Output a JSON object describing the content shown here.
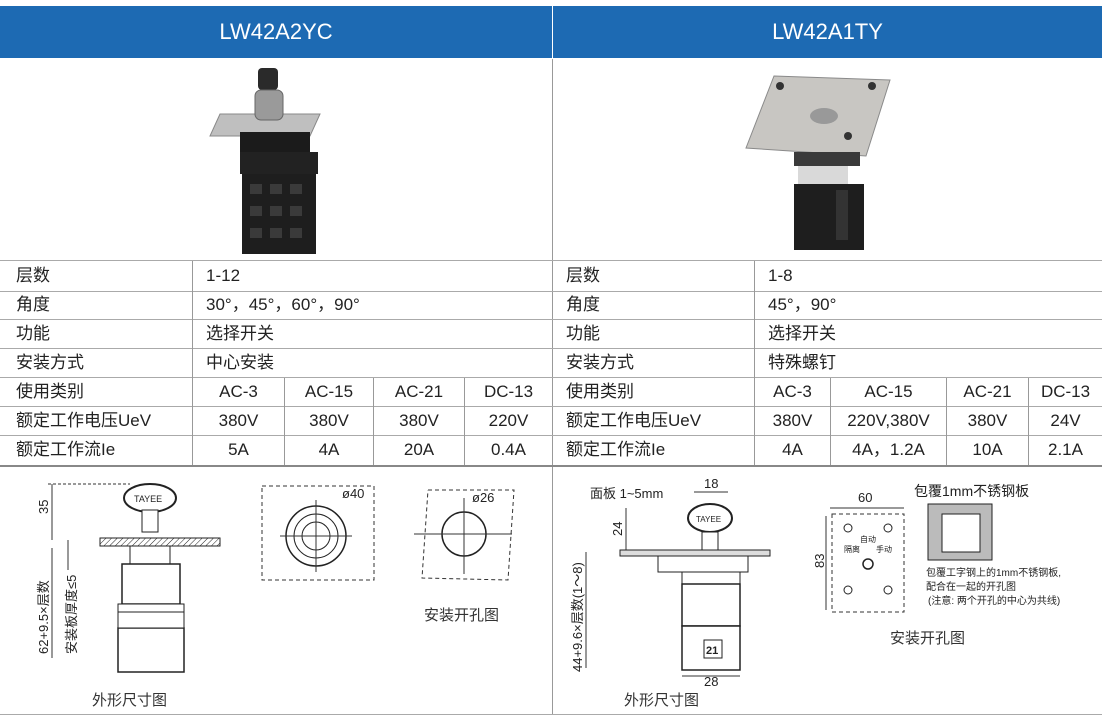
{
  "left": {
    "model": "LW42A2YC",
    "rows": [
      {
        "label": "层数",
        "value": "1-12"
      },
      {
        "label": "角度",
        "value": "30°，45°，60°，90°"
      },
      {
        "label": "功能",
        "value": "选择开关"
      },
      {
        "label": "安装方式",
        "value": "中心安装"
      }
    ],
    "category_label": "使用类别",
    "categories": [
      "AC-3",
      "AC-15",
      "AC-21",
      "DC-13"
    ],
    "voltage_label": "额定工作电压UeV",
    "voltages": [
      "380V",
      "380V",
      "380V",
      "220V"
    ],
    "current_label": "额定工作流Ie",
    "currents": [
      "5A",
      "4A",
      "20A",
      "0.4A"
    ],
    "drawing": {
      "dim_35": "35",
      "dim_height": "62+9.5×层数",
      "panel_note": "安装板厚度≤5",
      "key_brand": "TAYEE",
      "outline_caption": "外形尺寸图",
      "hole1_dim": "ø40",
      "hole2_dim": "ø26",
      "hole_caption": "安装开孔图"
    }
  },
  "right": {
    "model": "LW42A1TY",
    "rows": [
      {
        "label": "层数",
        "value": "1-8"
      },
      {
        "label": "角度",
        "value": "45°，90°"
      },
      {
        "label": "功能",
        "value": "选择开关"
      },
      {
        "label": "安装方式",
        "value": "特殊螺钉"
      }
    ],
    "category_label": "使用类别",
    "categories": [
      "AC-3",
      "AC-15",
      "AC-21",
      "DC-13"
    ],
    "voltage_label": "额定工作电压UeV",
    "voltages": [
      "380V",
      "220V,380V",
      "380V",
      "24V"
    ],
    "current_label": "额定工作流Ie",
    "currents": [
      "4A",
      "4A，1.2A",
      "10A",
      "2.1A"
    ],
    "drawing": {
      "panel_label": "面板 1~5mm",
      "dim_18": "18",
      "dim_24": "24",
      "dim_height": "44+9.6×层数(1～8)",
      "dim_28": "28",
      "block_label": "21",
      "key_brand": "TAYEE",
      "outline_caption": "外形尺寸图",
      "dim_60": "60",
      "dim_83": "83",
      "plate_auto": "自动",
      "plate_off": "隔离",
      "plate_manual": "手动",
      "cover_title": "包覆1mm不锈钢板",
      "cover_note1": "包覆工字钢上的1mm不锈钢板,",
      "cover_note2": "配合在一起的开孔图",
      "cover_note3": "(注意: 两个开孔的中心为共线)",
      "hole_caption": "安装开孔图"
    }
  }
}
